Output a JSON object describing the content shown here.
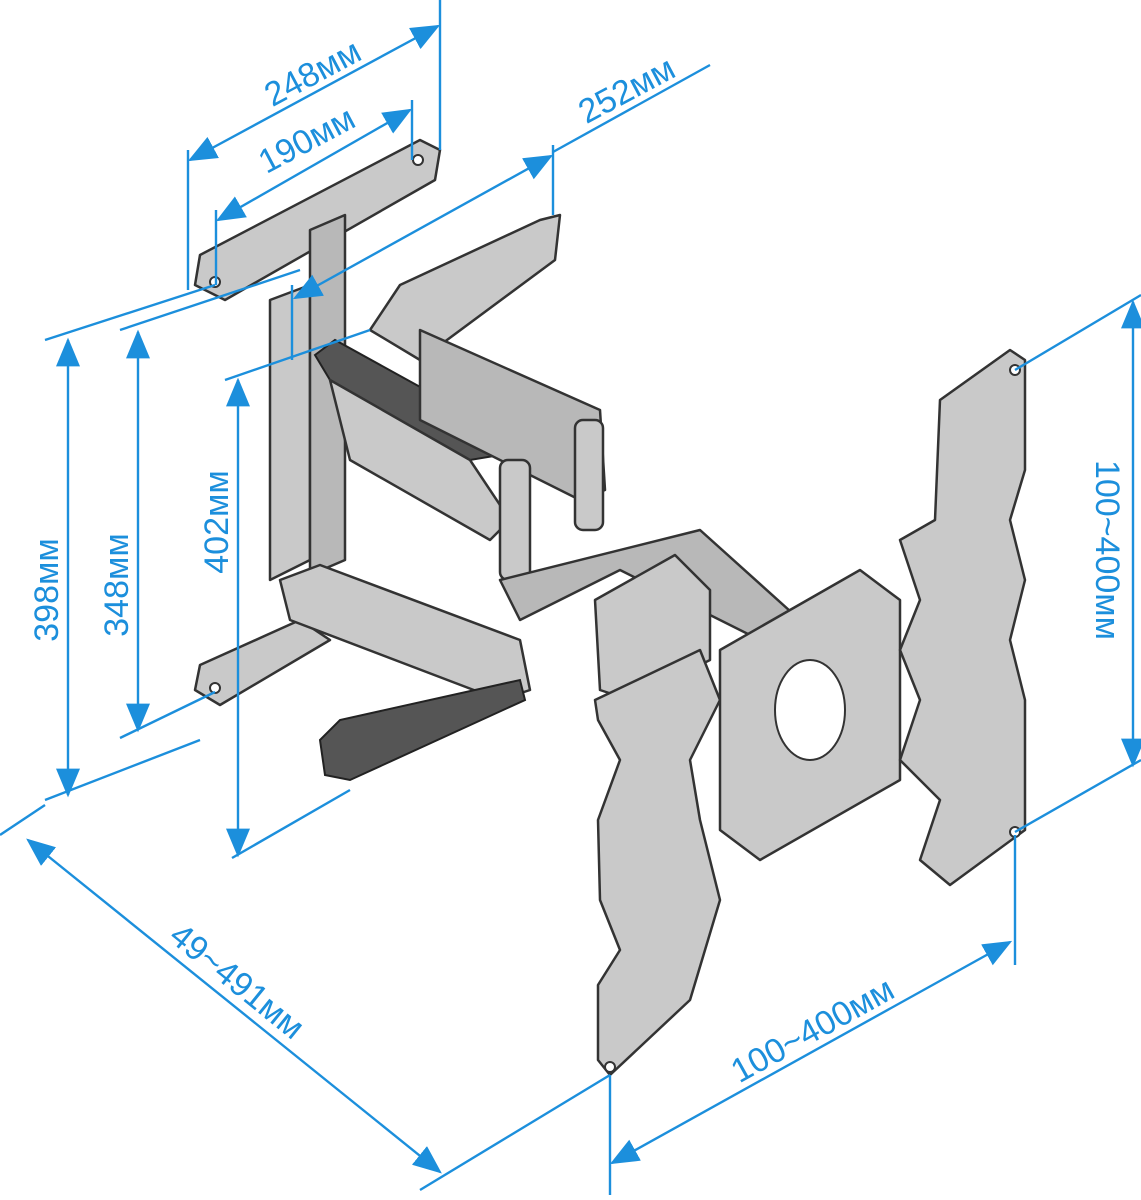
{
  "title": "TV wall mount dimensions",
  "dimensions": {
    "wall_plate_width": "248мм",
    "wall_plate_hole_spacing": "190мм",
    "arm_width": "252мм",
    "overall_height": "398мм",
    "wall_plate_height": "348мм",
    "arm_height": "402мм",
    "vesa_vertical": "100~400мм",
    "extension_range": "49~491мм",
    "vesa_horizontal": "100~400мм"
  },
  "colors": {
    "dimension": "#1c8fdc",
    "part": "#c9c9c9",
    "outline": "#333333"
  }
}
